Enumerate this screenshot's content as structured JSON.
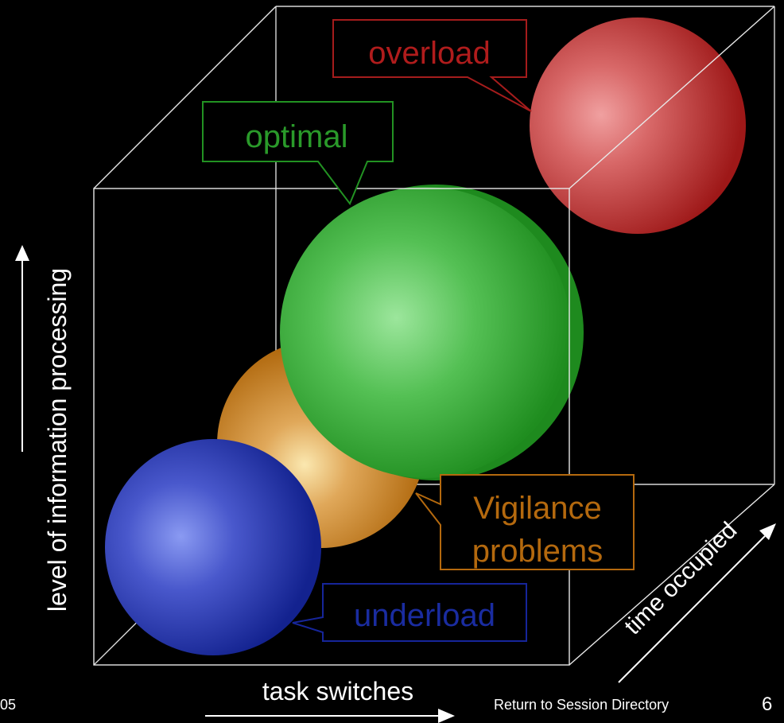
{
  "axes": {
    "y_label": "level of information processing",
    "x_label": "task switches",
    "z_label": "time occupied"
  },
  "states": {
    "overload": {
      "label": "overload",
      "color": "#a51c1c",
      "highlight": "#f0a0a0"
    },
    "optimal": {
      "label": "optimal",
      "color": "#229222",
      "highlight": "#9ce69c"
    },
    "vigilance": {
      "line1": "Vigilance",
      "line2": "problems",
      "color": "#b4690e",
      "highlight": "#f8e0a0"
    },
    "underload": {
      "label": "underload",
      "color": "#16259a",
      "highlight": "#8898f0"
    }
  },
  "footer": {
    "left_text": "05",
    "link": "Return to Session Directory",
    "page": "6"
  }
}
